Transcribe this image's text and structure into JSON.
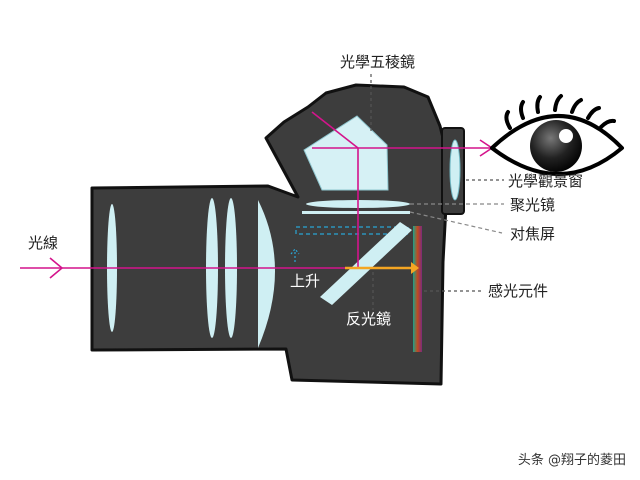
{
  "labels": {
    "prism": "光學五稜鏡",
    "eyepiece": "光學觀景窗",
    "condenser": "聚光镜",
    "focus_screen": "对焦屏",
    "light": "光線",
    "rise": "上升",
    "reflex_mirror": "反光鏡",
    "sensor": "感光元件"
  },
  "watermark": "头条 @翔子的菱田",
  "colors": {
    "body": "#3d3d3d",
    "outline": "#111111",
    "glass": "#cfeff3",
    "ray": "#d4148c",
    "sensor_ray": "#f5a623",
    "dash": "#2aa6d6",
    "leader": "#888888"
  }
}
